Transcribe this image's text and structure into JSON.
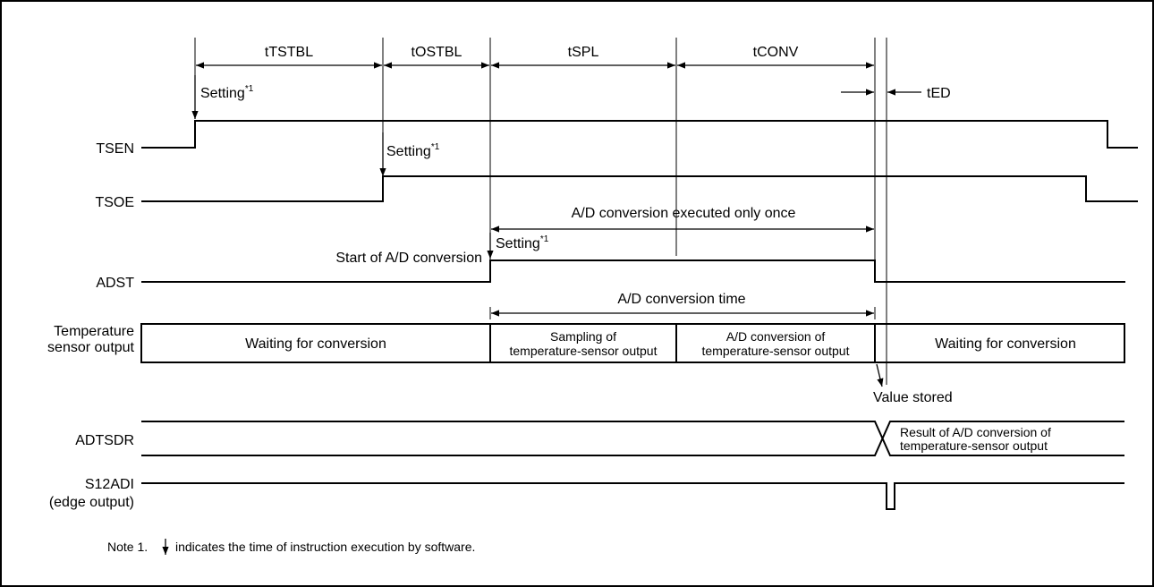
{
  "timing_labels": {
    "t_tstbl": "tTSTBL",
    "t_ostbl": "tOSTBL",
    "t_spl": "tSPL",
    "t_conv": "tCONV",
    "t_ed": "tED"
  },
  "setting_text": "Setting",
  "setting_sup": "*1",
  "signals": {
    "tsen": "TSEN",
    "tsoe": "TSOE",
    "adst": "ADST",
    "temp_line1": "Temperature",
    "temp_line2": "sensor output",
    "adtsdr": "ADTSDR",
    "s12adi_line1": "S12ADI",
    "s12adi_line2": "(edge output)"
  },
  "annotations": {
    "once": "A/D conversion executed only once",
    "start": "Start of A/D conversion",
    "conv_time": "A/D conversion time",
    "value_stored": "Value stored"
  },
  "temp_segments": {
    "waiting_left": "Waiting for conversion",
    "sampling_1": "Sampling of",
    "sampling_2": "temperature-sensor output",
    "ad_1": "A/D conversion of",
    "ad_2": "temperature-sensor output",
    "waiting_right": "Waiting for conversion"
  },
  "adtsdr_result": {
    "line1": "Result of A/D conversion of",
    "line2": "temperature-sensor output"
  },
  "note": {
    "prefix": "Note 1.",
    "text": "indicates the time of instruction execution by software."
  },
  "icons": [
    "down-arrow-icon",
    "right-arrow-icon",
    "left-arrow-icon",
    "double-arrow-icon"
  ]
}
